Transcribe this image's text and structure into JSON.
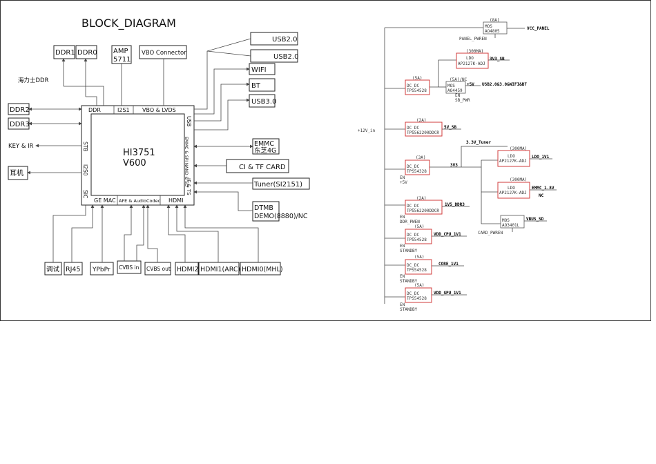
{
  "title": "BLOCK_DIAGRAM",
  "soc": {
    "name_line1": "HI3751",
    "name_line2": "V600",
    "ports": {
      "ddr": "DDR",
      "i2s1": "I2S1",
      "vbo": "VBO & LVDS",
      "usb": "USB",
      "emmc_nand": "EMMC & SPI NAND & SD",
      "if_ts": "IF & TS",
      "stb": "STB",
      "i2s0": "I2S0",
      "sic": "SIC",
      "ge_mac": "GE MAC",
      "afe": "AFE & AudioCodec",
      "hdmi": "HDMI"
    }
  },
  "left_blocks": {
    "ddr1": "DDR1",
    "ddr0": "DDR0",
    "amp_line1": "AMP",
    "amp_line2": "5711",
    "vbo_connector": "VBO Connector",
    "hynix_note": "海力士DDR",
    "ddr2": "DDR2",
    "ddr3": "DDR3",
    "key_ir": "KEY & IR",
    "earphone": "耳机",
    "debug": "调试",
    "rj45": "RJ45",
    "ypbpr": "YPbPr",
    "cvbs_in": "CVBS in",
    "cvbs_out": "CVBS out",
    "hdmi2": "HDMI2",
    "hdmi1": "HDMI1(ARC)",
    "hdmi0": "HDMI0(MHL)"
  },
  "right_blocks": {
    "usb2_a": "USB2.0",
    "usb2_b": "USB2.0",
    "wifi": "WIFI",
    "bt": "BT",
    "usb3": "USB3.0",
    "emmc_line1": "EMMC",
    "emmc_line2": "东芝4G",
    "ci_tf": "CI & TF CARD",
    "tuner": "Tuner(SI2151)",
    "dtmb_line1": "DTMB",
    "dtmb_line2": "DEMO(8880)/NC"
  },
  "power": {
    "input": "+12V_in",
    "mos_top": {
      "rating": "(8A)",
      "line1": "MOS",
      "line2": "AO4805",
      "en": "PANEL_PWREN",
      "out": "VCC_PANEL"
    },
    "dcdc1": {
      "rating": "(5A)",
      "line1": "DC_DC",
      "line2": "TPS54528"
    },
    "ldo_3v3sb": {
      "rating": "(300MA)",
      "line1": "LDO",
      "line2": "AP2127K-ADJ",
      "out": "3V3_SB"
    },
    "mos_usb": {
      "rating": "(5A)/NC",
      "line1": "MOS",
      "line2": "AO4459",
      "v": "+5V",
      "out": "USB2.0&3.0&WIFI&BT",
      "en_label": "EN",
      "en": "SB_PWR"
    },
    "dcdc_5vsb": {
      "rating": "(2A)",
      "line1": "DC_DC",
      "line2": "TPS562200DDCR",
      "out": "5V_SB"
    },
    "tuner_rail": "3.3V_Tuner",
    "dcdc_3v3": {
      "rating": "(3A)",
      "line1": "DC_DC",
      "line2": "TPS54328",
      "out": "3V3",
      "en_label": "EN",
      "en": "+5V"
    },
    "ldo_1v1": {
      "rating": "(300MA)",
      "line1": "LDO",
      "line2": "AP2127K-ADJ",
      "out": "LDO_1V1"
    },
    "ldo_emmc": {
      "rating": "(300MA)",
      "line1": "LDO",
      "line2": "AP2127K-ADJ",
      "out": "EMMC_1.8V",
      "note": "NC"
    },
    "mos_vbus": {
      "line1": "MOS",
      "line2": "AO3401L",
      "out": "VBUS_SD",
      "en": "CARD_PWREN"
    },
    "dcdc_ddr": {
      "rating": "(2A)",
      "line1": "DC_DC",
      "line2": "TPS562200DDCR",
      "out": "1V5_DDR3",
      "en_label": "EN",
      "en": "DDR_PWEN"
    },
    "dcdc_cpu": {
      "rating": "(5A)",
      "line1": "DC_DC",
      "line2": "TPS54528",
      "out": "VDD_CPU_1V1",
      "en_label": "EN",
      "en": "STANDBY"
    },
    "dcdc_core": {
      "rating": "(5A)",
      "line1": "DC_DC",
      "line2": "TPS54528",
      "out": "CORE_1V1",
      "en_label": "EN",
      "en": "STANDBY"
    },
    "dcdc_gpu": {
      "rating": "(5A)",
      "line1": "DC_DC",
      "line2": "TPS54528",
      "out": "VDD_GPU_1V1",
      "en_label": "EN",
      "en": "STANDBY"
    }
  }
}
